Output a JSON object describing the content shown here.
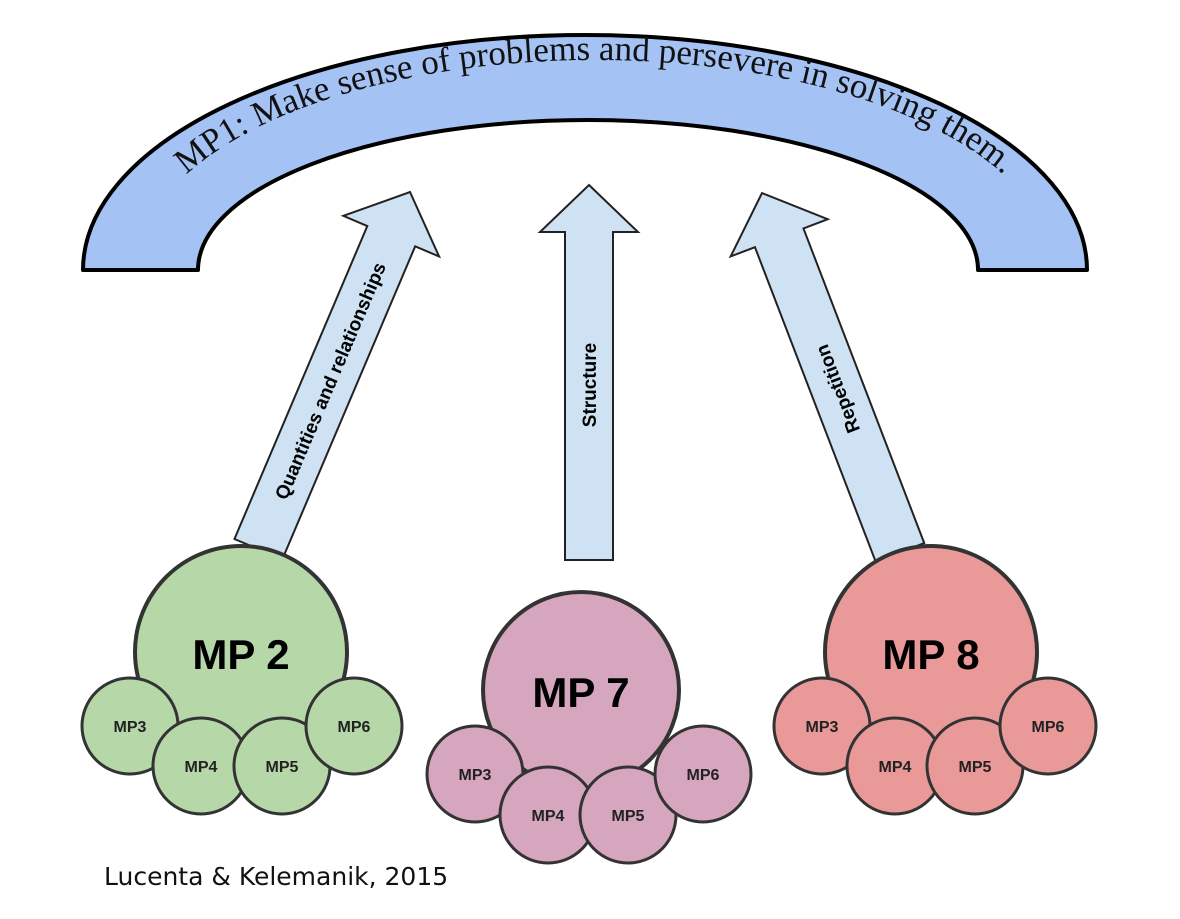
{
  "colors": {
    "arch_fill": "#a4c2f4",
    "arrow_fill": "#cfe2f3",
    "green": "#b6d7a8",
    "purple": "#d5a6bd",
    "red": "#ea9999",
    "stroke": "#333333"
  },
  "arch": {
    "text": "MP1: Make sense of problems and persevere in solving them."
  },
  "arrows": [
    {
      "label": "Quantities and relationships"
    },
    {
      "label": "Structure"
    },
    {
      "label": "Repetition"
    }
  ],
  "clusters": [
    {
      "main": "MP 2",
      "subs": [
        "MP3",
        "MP4",
        "MP5",
        "MP6"
      ]
    },
    {
      "main": "MP 7",
      "subs": [
        "MP3",
        "MP4",
        "MP5",
        "MP6"
      ]
    },
    {
      "main": "MP 8",
      "subs": [
        "MP3",
        "MP4",
        "MP5",
        "MP6"
      ]
    }
  ],
  "credit": "Lucenta & Kelemanik, 2015"
}
